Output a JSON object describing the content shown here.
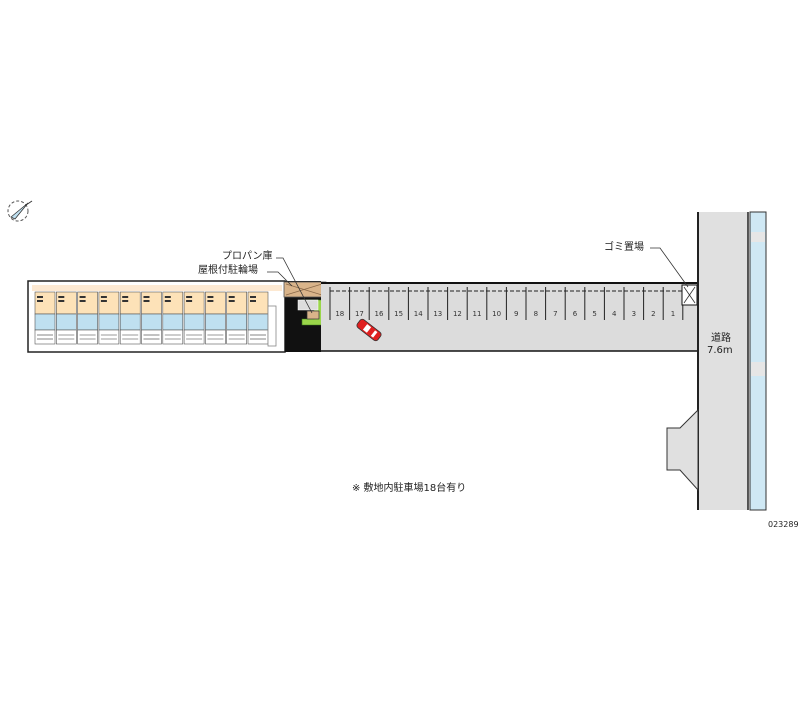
{
  "labels": {
    "propane": "プロパン庫",
    "bicycle_shelter": "屋根付駐輪場",
    "garbage": "ゴミ置場",
    "road_name": "道路",
    "road_width": "7.6m",
    "note": "※ 敷地内駐車場18台有り",
    "code": "023289"
  },
  "parking": {
    "spaces": [
      "18",
      "17",
      "16",
      "15",
      "14",
      "13",
      "12",
      "11",
      "10",
      "9",
      "8",
      "7",
      "6",
      "5",
      "4",
      "3",
      "2",
      "1"
    ]
  },
  "building": {
    "unit_count": 11
  },
  "colors": {
    "lot": "#dcdcdc",
    "road": "#e0e0e0",
    "sidewalk": "#cfe8f4",
    "unit_room": "#fde2b8",
    "unit_wet": "#bfe0f0",
    "shelter": "#d9b48a",
    "green": "#9ad64a",
    "car": "#e02020"
  },
  "icons": [
    "compass-north-icon",
    "car-icon",
    "garbage-box-icon"
  ]
}
